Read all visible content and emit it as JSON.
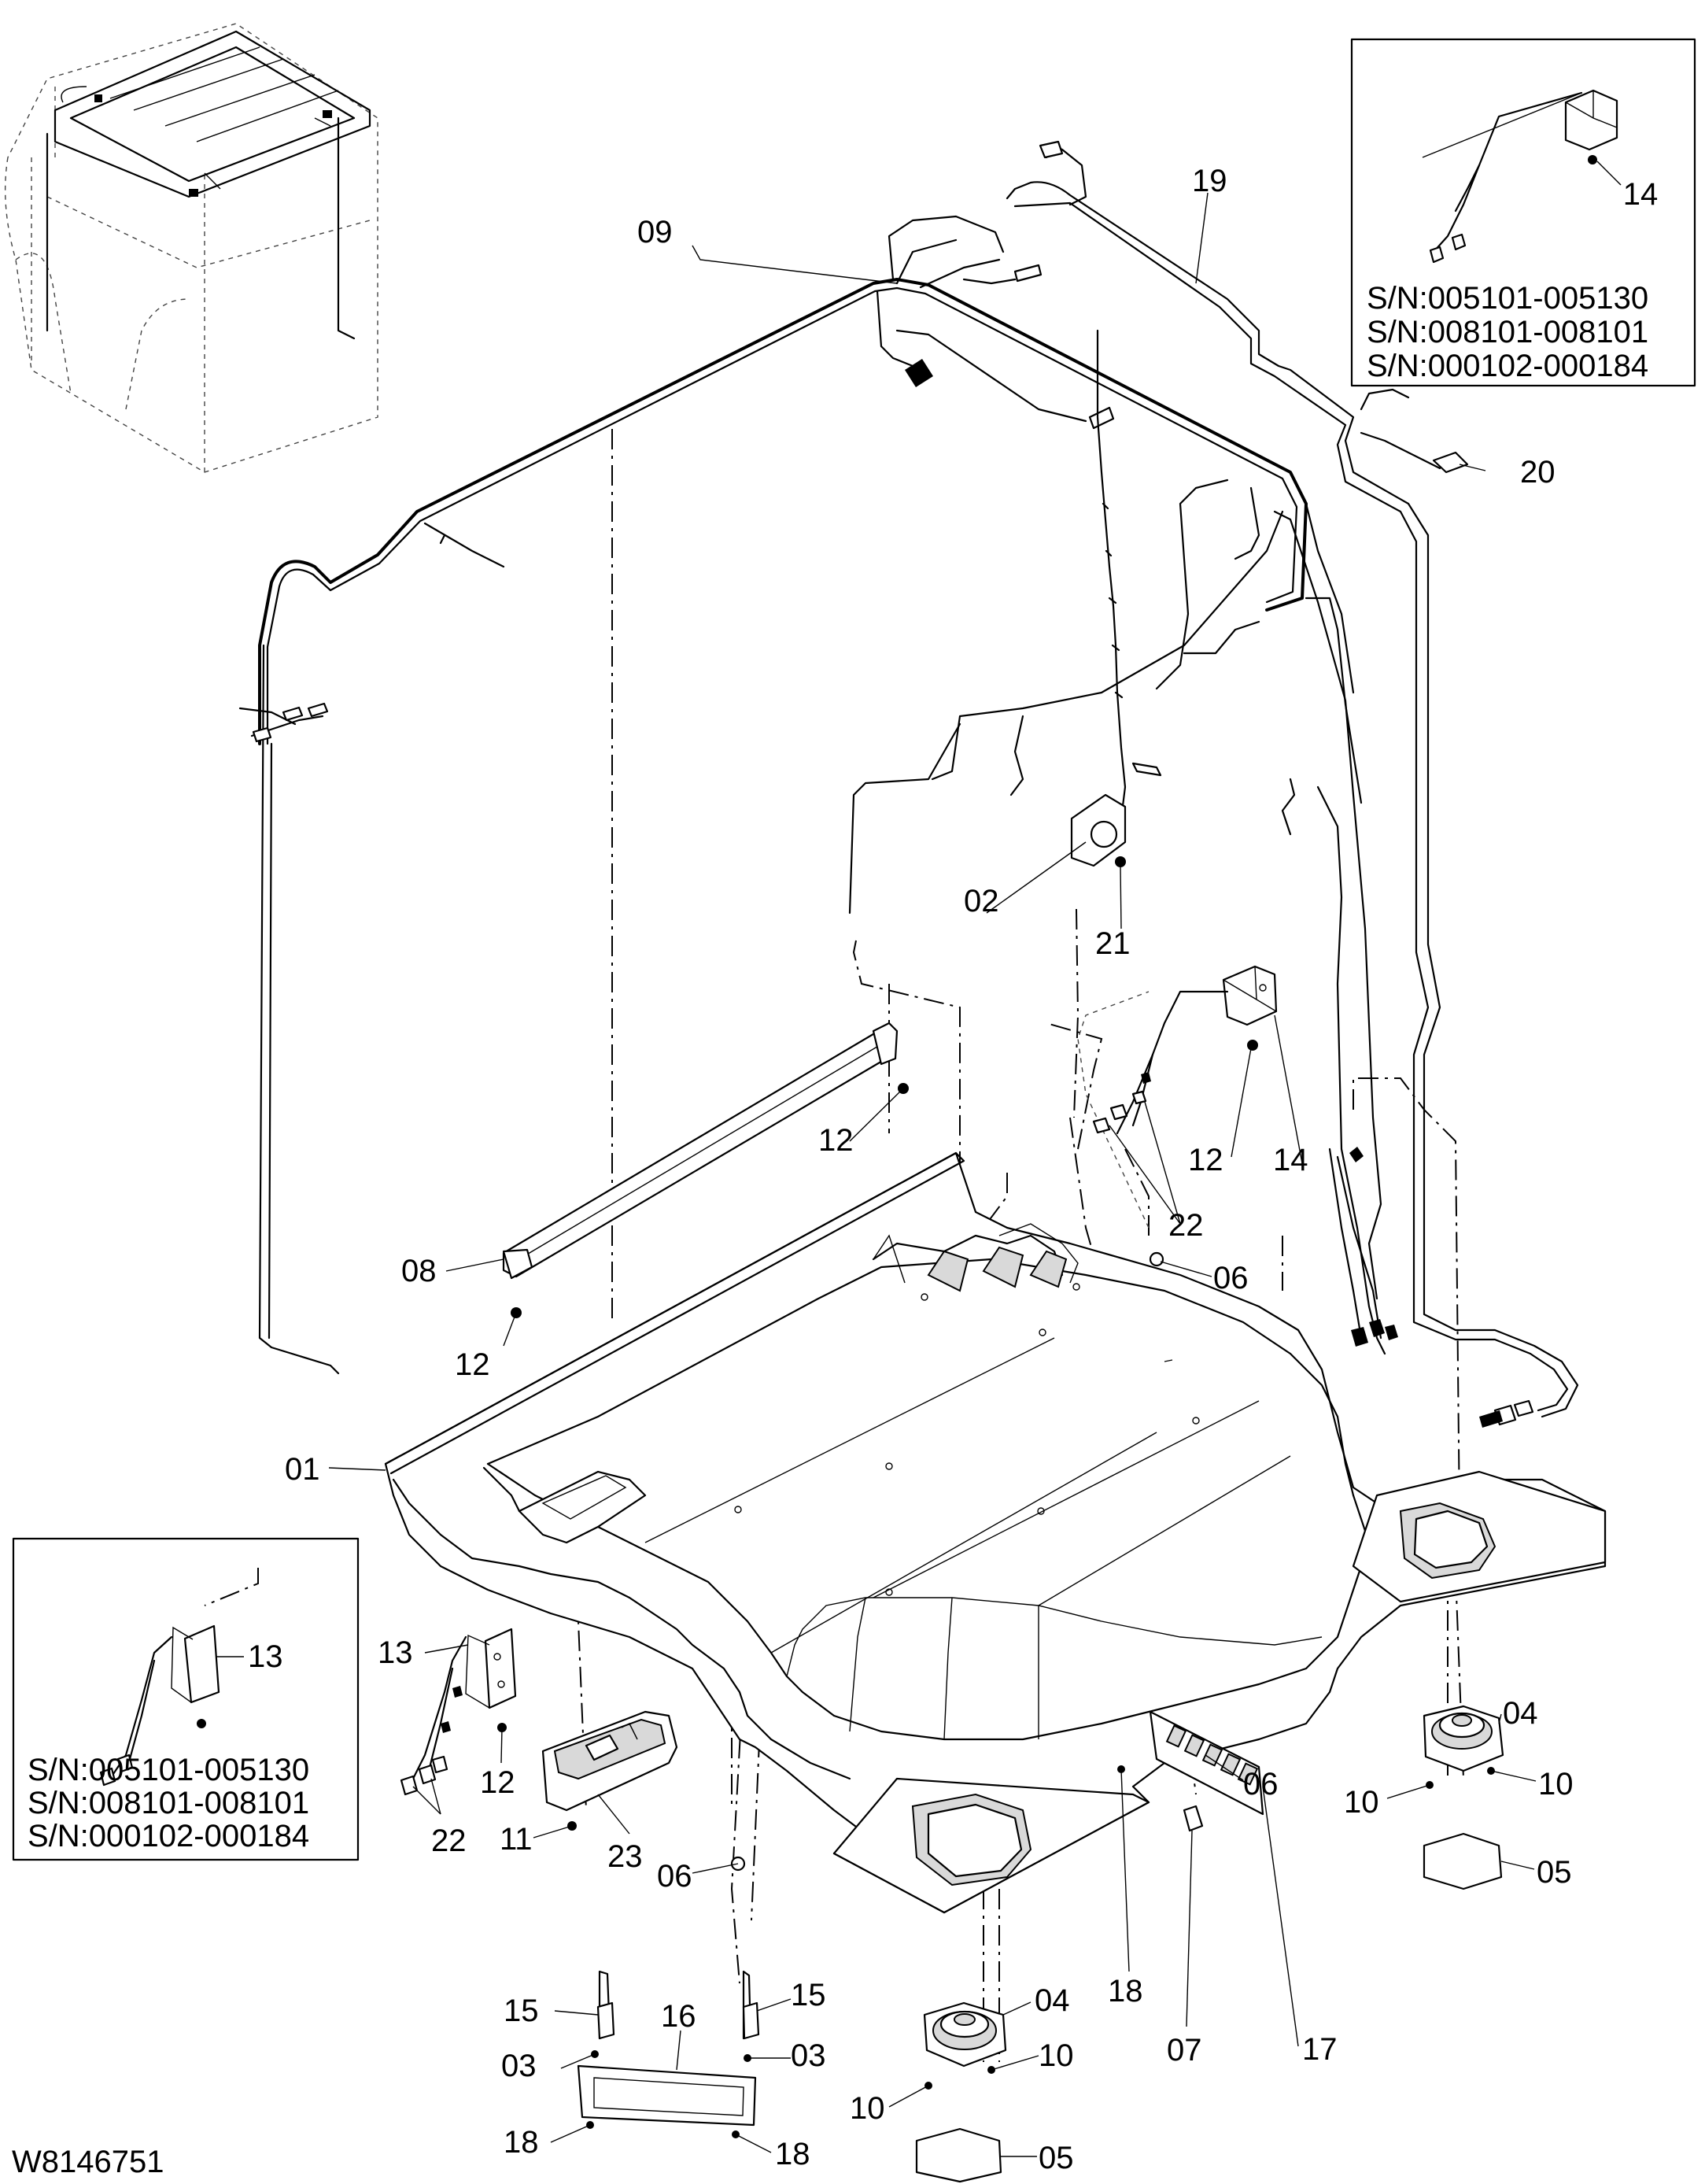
{
  "drawing_id": "W8146751",
  "callouts": [
    {
      "id": "01"
    },
    {
      "id": "02"
    },
    {
      "id": "03"
    },
    {
      "id": "03"
    },
    {
      "id": "04"
    },
    {
      "id": "04"
    },
    {
      "id": "05"
    },
    {
      "id": "05"
    },
    {
      "id": "06"
    },
    {
      "id": "06"
    },
    {
      "id": "06"
    },
    {
      "id": "07"
    },
    {
      "id": "08"
    },
    {
      "id": "09"
    },
    {
      "id": "10"
    },
    {
      "id": "10"
    },
    {
      "id": "10"
    },
    {
      "id": "10"
    },
    {
      "id": "11"
    },
    {
      "id": "12"
    },
    {
      "id": "12"
    },
    {
      "id": "12"
    },
    {
      "id": "12"
    },
    {
      "id": "13"
    },
    {
      "id": "13"
    },
    {
      "id": "14"
    },
    {
      "id": "14"
    },
    {
      "id": "15"
    },
    {
      "id": "15"
    },
    {
      "id": "16"
    },
    {
      "id": "17"
    },
    {
      "id": "18"
    },
    {
      "id": "18"
    },
    {
      "id": "18"
    },
    {
      "id": "19"
    },
    {
      "id": "20"
    },
    {
      "id": "21"
    },
    {
      "id": "22"
    },
    {
      "id": "22"
    },
    {
      "id": "23"
    }
  ],
  "inset_top_right": {
    "callout": "14",
    "serials": [
      "S/N:005101-005130",
      "S/N:008101-008101",
      "S/N:000102-000184"
    ]
  },
  "inset_left": {
    "callout": "13",
    "serials": [
      "S/N:005101-005130",
      "S/N:008101-008101",
      "S/N:000102-000184"
    ]
  }
}
